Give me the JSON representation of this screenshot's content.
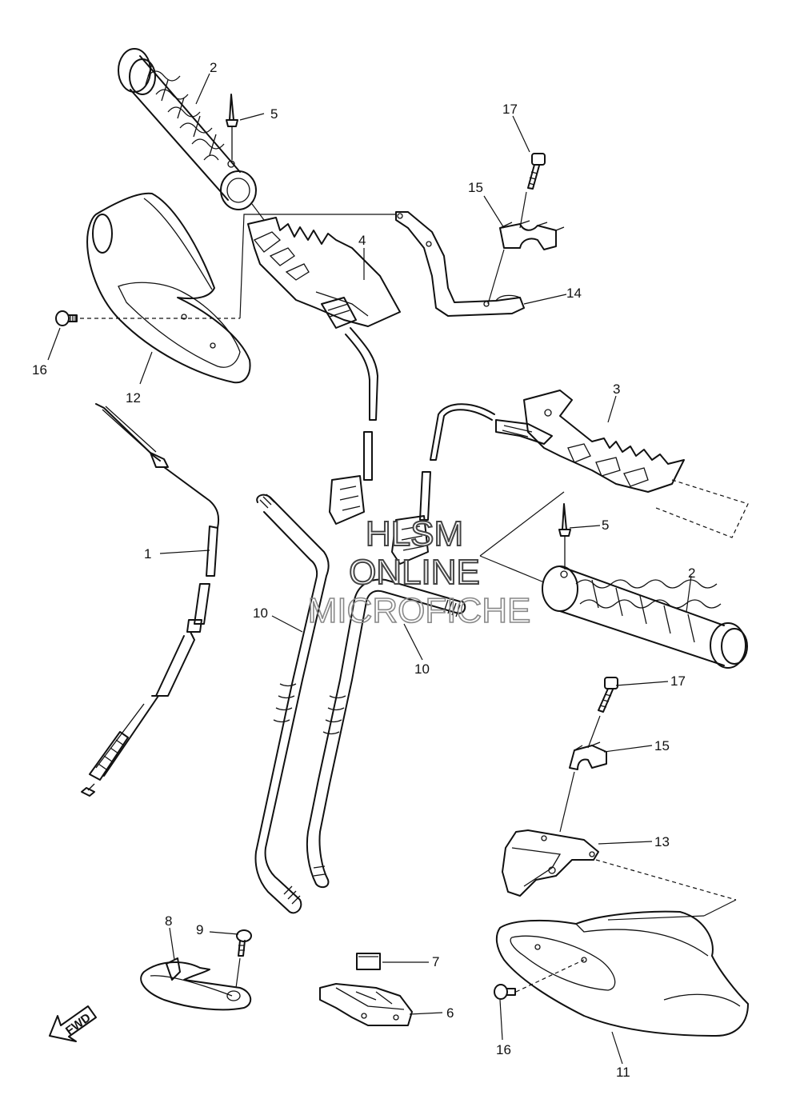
{
  "callouts": {
    "c2_top": "2",
    "c5_top": "5",
    "c17_top": "17",
    "c15_top": "15",
    "c4": "4",
    "c14": "14",
    "c16_left": "16",
    "c12": "12",
    "c3": "3",
    "c5_right": "5",
    "c2_right": "2",
    "c1": "1",
    "c10_left": "10",
    "c10_right": "10",
    "c17_right": "17",
    "c15_right": "15",
    "c13": "13",
    "c8": "8",
    "c9": "9",
    "c7": "7",
    "c6": "6",
    "c16_right": "16",
    "c11": "11"
  },
  "watermark": {
    "line1": "HLSM",
    "line2": "ONLINE",
    "line3": "MICROFICHE"
  },
  "fwd_label": "FWD"
}
